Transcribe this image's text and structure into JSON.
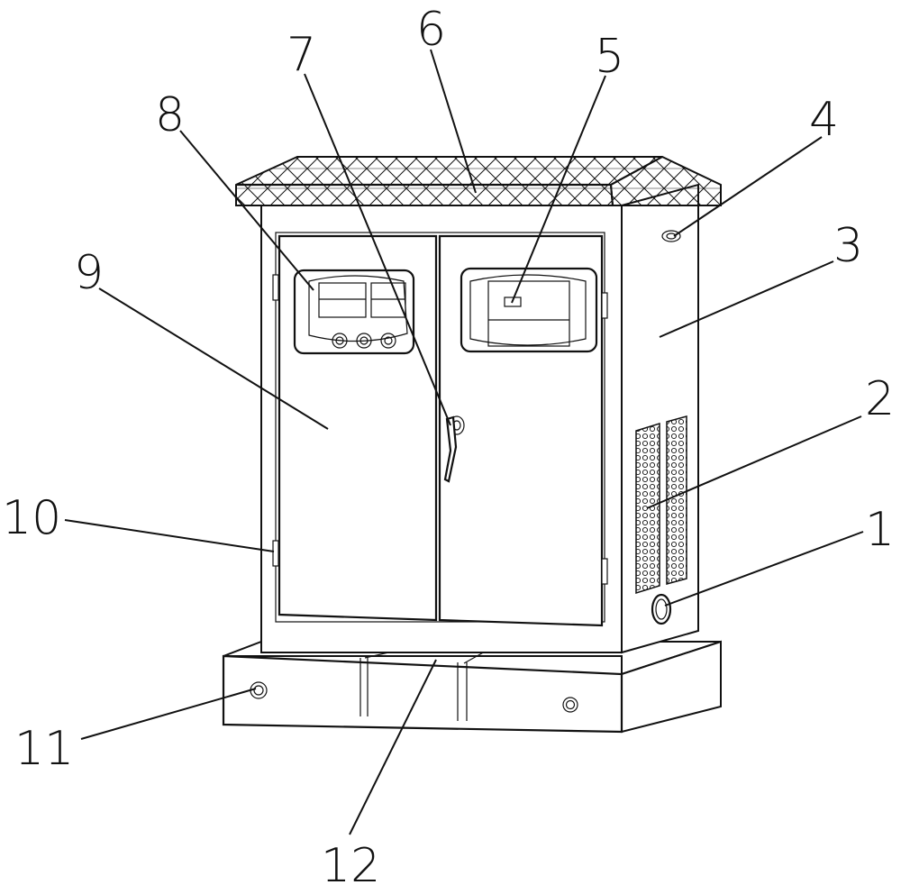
{
  "figure": {
    "description_free": true,
    "callouts": [
      {
        "id": "1",
        "label": "1"
      },
      {
        "id": "2",
        "label": "2"
      },
      {
        "id": "3",
        "label": "3"
      },
      {
        "id": "4",
        "label": "4"
      },
      {
        "id": "5",
        "label": "5"
      },
      {
        "id": "6",
        "label": "6"
      },
      {
        "id": "7",
        "label": "7"
      },
      {
        "id": "8",
        "label": "8"
      },
      {
        "id": "9",
        "label": "9"
      },
      {
        "id": "10",
        "label": "10"
      },
      {
        "id": "11",
        "label": "11"
      },
      {
        "id": "12",
        "label": "12"
      }
    ]
  },
  "colors": {
    "line": "#111111",
    "background": "#ffffff"
  }
}
